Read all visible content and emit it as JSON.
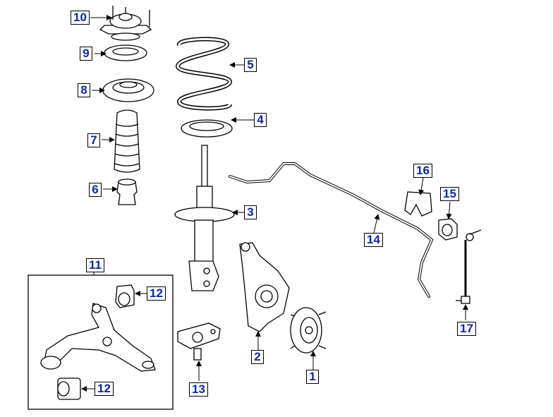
{
  "callouts": {
    "c1": "1",
    "c2": "2",
    "c3": "3",
    "c4": "4",
    "c5": "5",
    "c6": "6",
    "c7": "7",
    "c8": "8",
    "c9": "9",
    "c10": "10",
    "c11": "11",
    "c12a": "12",
    "c12b": "12",
    "c13": "13",
    "c14": "14",
    "c15": "15",
    "c16": "16",
    "c17": "17"
  },
  "colors": {
    "label_text": "#0b2a9e",
    "line": "#000000",
    "background": "#ffffff"
  }
}
